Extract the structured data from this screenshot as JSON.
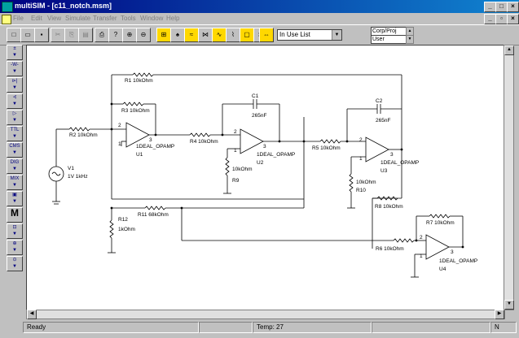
{
  "window": {
    "title": "multiSIM - [c11_notch.msm]"
  },
  "menu": [
    "File",
    "Edit",
    "View",
    "Simulate",
    "Transfer",
    "Tools",
    "Window",
    "Help"
  ],
  "toolbar": {
    "parts_dropdown": "In Use List",
    "checkbox_corp": "Corp/Proj",
    "checkbox_user": "User"
  },
  "schematic": {
    "labels": {
      "r1": "R1 10kOhm",
      "r2": "R2 10kOhm",
      "r3": "R3 10kOhm",
      "r4": "R4 10kOhm",
      "r5": "R5 10kOhm",
      "r6": "R6 10kOhm",
      "r7": "R7 10kOhm",
      "r8": "R8 10kOhm",
      "r9_value": "10kOhm",
      "r9_name": "R9",
      "r10_value": "10kOhm",
      "r10_name": "R10",
      "r11": "R11 68kOhm",
      "r12_name": "R12",
      "r12_value": "1kOhm",
      "c1_name": "C1",
      "c1_value": "265nF",
      "c2_name": "C2",
      "c2_value": "265nF",
      "v1_name": "V1",
      "v1_value": "1V 1kHz",
      "u1": "U1",
      "u2": "U2",
      "u3": "U3",
      "u4": "U4",
      "opamp": "1DEAL_OPAMP",
      "pin_minus": "2",
      "pin_plus": "1",
      "pin_out": "3"
    }
  },
  "status": {
    "left": "Ready",
    "temp": "Temp: 27",
    "right": "N"
  }
}
